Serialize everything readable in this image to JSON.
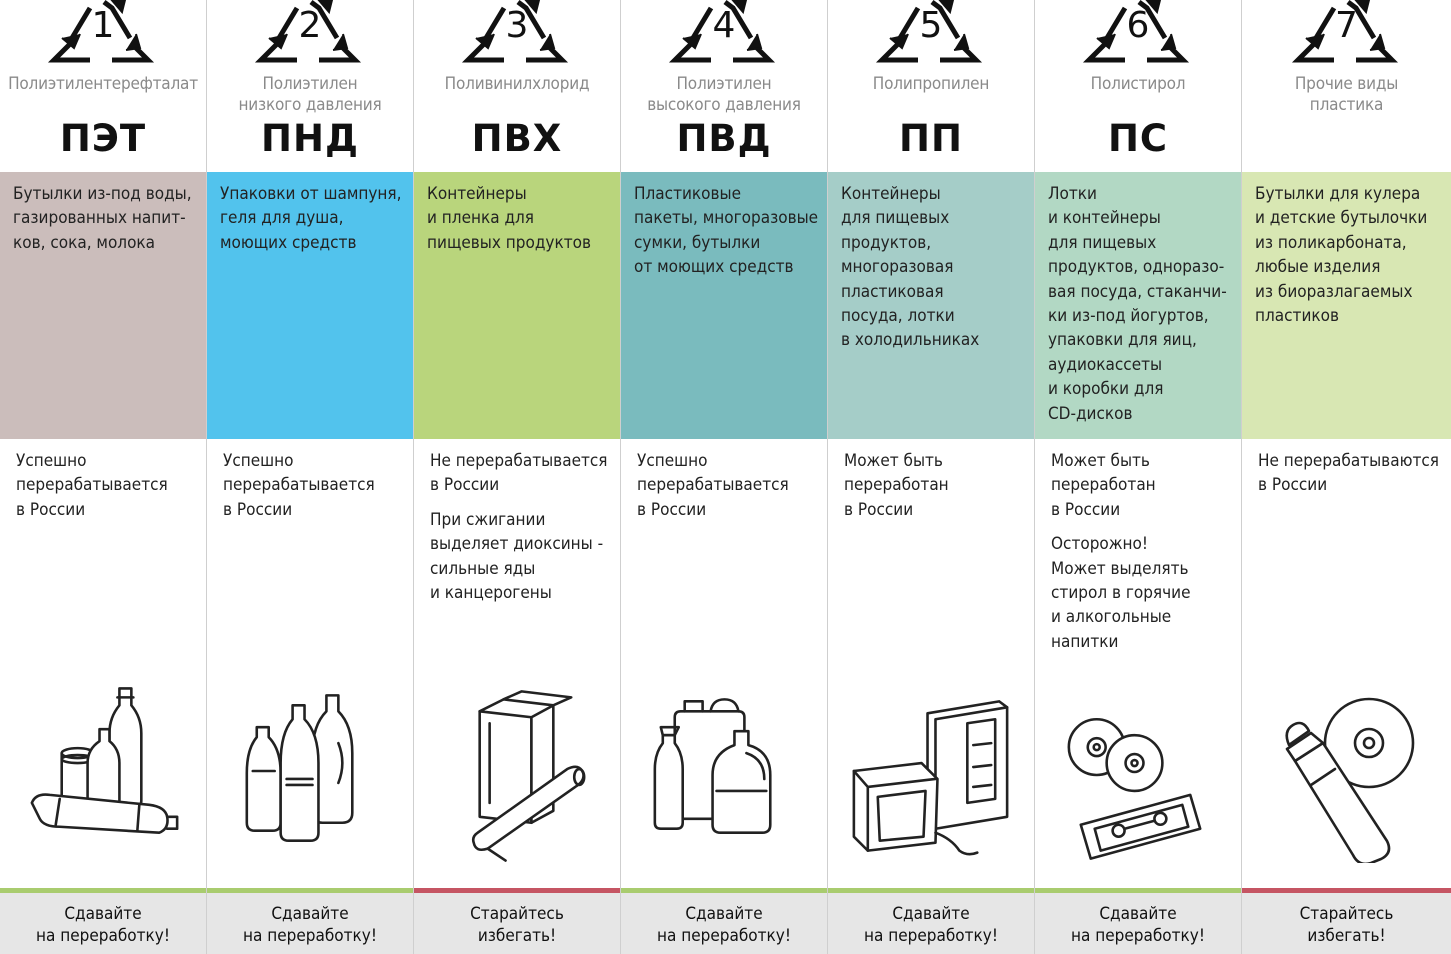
{
  "colors": {
    "pet": "#cbbdbb",
    "hdpe": "#52c3ed",
    "pvc": "#b9d57c",
    "ldpe": "#7abbbe",
    "pp": "#a5cdc8",
    "ps": "#b2d8c4",
    "other": "#d8e7b3",
    "recycle_bar": "#a9cc6f",
    "avoid_bar": "#c55563",
    "footer_bg": "#e6e6e6"
  },
  "columns": [
    {
      "num": "1",
      "name": "Полиэтилентерефталат",
      "abbr": "ПЭТ",
      "uses": "Бутылки из-под воды,\nгазированных напит-\nков, сока, молока",
      "status": "Успешно\nперерабатывается\nв России",
      "note": "",
      "icon": "bottles-icon",
      "footer": "Сдавайте\nна переработку!"
    },
    {
      "num": "2",
      "name": "Полиэтилен\nнизкого давления",
      "abbr": "ПНД",
      "uses": "Упаковки от шампуня,\nгеля для душа,\nмоющих средств",
      "status": "Успешно\nперерабатывается\nв России",
      "note": "",
      "icon": "shampoo-bottles-icon",
      "footer": "Сдавайте\nна переработку!"
    },
    {
      "num": "3",
      "name": "Поливинилхлорид",
      "abbr": "ПВХ",
      "uses": "Контейнеры\nи пленка для\nпищевых продуктов",
      "status": "Не перерабатывается\nв России",
      "note": "При сжигании\nвыделяет диоксины -\nсильные яды\nи канцерогены",
      "icon": "box-and-film-icon",
      "footer": "Старайтесь\nизбегать!"
    },
    {
      "num": "4",
      "name": "Полиэтилен\nвысокого давления",
      "abbr": "ПВД",
      "uses": "Пластиковые\nпакеты, многоразовые\nсумки, бутылки\nот моющих средств",
      "status": "Успешно\nперерабатывается\nв России",
      "note": "",
      "icon": "canisters-icon",
      "footer": "Сдавайте\nна переработку!"
    },
    {
      "num": "5",
      "name": "Полипропилен",
      "abbr": "ПП",
      "uses": "Контейнеры\nдля пищевых\nпродуктов,\nмногоразовая\nпластиковая\nпосуда, лотки\nв холодильниках",
      "status": "Может быть\nпереработан\nв России",
      "note": "",
      "icon": "tv-and-fridge-icon",
      "footer": "Сдавайте\nна переработку!"
    },
    {
      "num": "6",
      "name": "Полистирол",
      "abbr": "ПС",
      "uses": "Лотки\nи контейнеры\nдля пищевых\nпродуктов, одноразо-\nвая посуда, стаканчи-\nки из-под йогуртов,\nупаковки для яиц,\nаудиокассеты\nи коробки для\nCD-дисков",
      "status": "Может быть\nпереработан\nв России",
      "note": "Осторожно!\nМожет выделять\nстирол в горячие\nи алкогольные\nнапитки",
      "icon": "cd-and-cassette-icon",
      "footer": "Сдавайте\nна переработку!"
    },
    {
      "num": "7",
      "name": "Прочие виды\nпластика",
      "abbr": "",
      "uses": "Бутылки для кулера\nи детские бутылочки\nиз поликарбоната,\nлюбые изделия\nиз биоразлагаемых\nпластиков",
      "status": "Не перерабатываются\nв России",
      "note": "",
      "icon": "baby-bottle-and-disc-icon",
      "footer": "Старайтесь\nизбегать!"
    }
  ]
}
